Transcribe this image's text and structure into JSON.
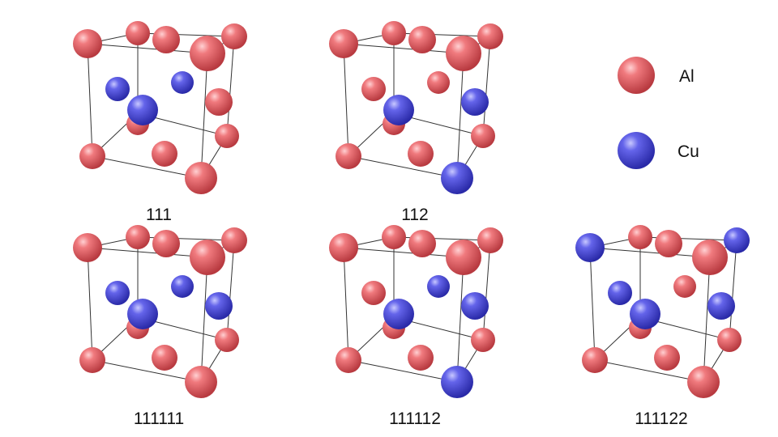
{
  "colors": {
    "Al": "#e05a5e",
    "Cu": "#4f4fdc",
    "edge": "#333333"
  },
  "legend": [
    {
      "element": "Al",
      "label": "Al"
    },
    {
      "element": "Cu",
      "label": "Cu"
    }
  ],
  "structures": [
    {
      "label": "111",
      "atoms": [
        "Al",
        "Al",
        "Al",
        "Al",
        "Al",
        "Cu",
        "Al",
        "Cu",
        "Al",
        "Al",
        "Cu",
        "Al",
        "Al",
        "Al"
      ]
    },
    {
      "label": "112",
      "atoms": [
        "Al",
        "Al",
        "Al",
        "Al",
        "Al",
        "Al",
        "Al",
        "Al",
        "Al",
        "Al",
        "Cu",
        "Cu",
        "Al",
        "Cu"
      ]
    },
    {
      "label": "111111",
      "atoms": [
        "Al",
        "Al",
        "Al",
        "Al",
        "Al",
        "Cu",
        "Al",
        "Cu",
        "Al",
        "Al",
        "Cu",
        "Cu",
        "Al",
        "Al"
      ]
    },
    {
      "label": "111112",
      "atoms": [
        "Al",
        "Al",
        "Al",
        "Al",
        "Al",
        "Al",
        "Al",
        "Cu",
        "Al",
        "Al",
        "Cu",
        "Cu",
        "Al",
        "Cu"
      ]
    },
    {
      "label": "111122",
      "atoms": [
        "Al",
        "Al",
        "Cu",
        "Al",
        "Al",
        "Cu",
        "Al",
        "Al",
        "Cu",
        "Al",
        "Cu",
        "Cu",
        "Al",
        "Al"
      ]
    }
  ]
}
